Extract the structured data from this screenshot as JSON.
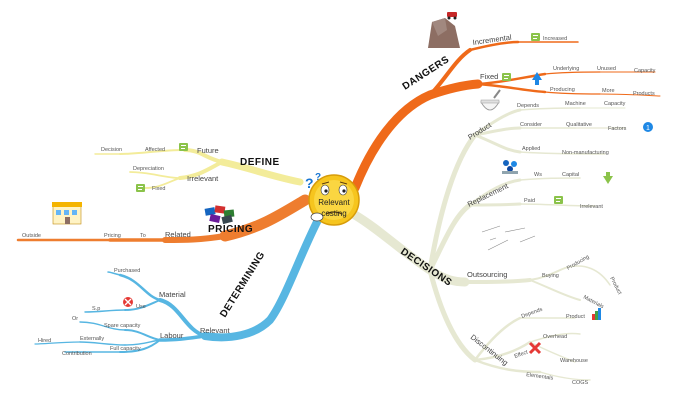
{
  "center": {
    "line1": "Relevant",
    "line2": "costing"
  },
  "branches": {
    "define": {
      "label": "DEFINE",
      "color": "#f3ec9a",
      "nodes": {
        "future": "Future",
        "affected": "Affected",
        "decision": "Decision",
        "irrelevant": "Irrelevant",
        "depreciation": "Depreciation",
        "fixed": "Fixed"
      }
    },
    "pricing": {
      "label": "PRICING",
      "color": "#ee7d2f",
      "nodes": {
        "related": "Related",
        "to": "To",
        "pricing": "Pricing",
        "outside": "Outside"
      }
    },
    "determining": {
      "label": "DETERMINING",
      "color": "#57b6e2",
      "nodes": {
        "relevant": "Relevant",
        "material": "Material",
        "purchased": "Purchased",
        "use": "Use",
        "sp": "S.p",
        "labour": "Labour",
        "spare_capacity": "Spare capacity",
        "or": "Or",
        "externally": "Externally",
        "hired": "Hired",
        "full_capacity": "Full capacity",
        "contribution": "Contribution"
      }
    },
    "dangers": {
      "label": "DANGERS",
      "color": "#ef6a1a",
      "nodes": {
        "incremental": "Incremental",
        "increased": "Increased",
        "fixed": "Fixed",
        "underlying": "Underlying",
        "unused": "Unused",
        "capacity": "Capacity",
        "producing": "Producing",
        "more": "More",
        "products": "Products"
      }
    },
    "decisions": {
      "label": "DECISIONS",
      "color": "#e6e8d2",
      "nodes": {
        "product": "Product",
        "depends": "Depends",
        "machine": "Machine",
        "capacity": "Capacity",
        "consider": "Consider",
        "qualitative": "Qualitative",
        "factors": "Factors",
        "applied": "Applied",
        "non_manufacturing": "Non-manufacturing",
        "replacement": "Replacement",
        "ws": "Ws",
        "capital": "Capital",
        "paid": "Paid",
        "irrelevant": "Irrelevant",
        "outsourcing": "Outsourcing",
        "buying": "Buying",
        "producing": "Producing",
        "materials": "Materials",
        "product_side": "Product",
        "discontinuing": "Discontinuing",
        "depends2": "Depends",
        "product2": "Product",
        "effect": "Effect",
        "overhead": "Overhead",
        "warehouse": "Warehouse",
        "elementals": "Elementals",
        "cogs": "COGS"
      }
    }
  },
  "badges": {
    "factors_number": "1",
    "more_icon": "up-arrow-icon",
    "note_icon": "note-icon"
  },
  "colors": {
    "orange": "#ee7d2f",
    "blue": "#57b6e2",
    "yellow": "#f3ec9a",
    "beige": "#e6e8d2",
    "green_note": "#8bc34a",
    "red_x": "#e53935"
  }
}
